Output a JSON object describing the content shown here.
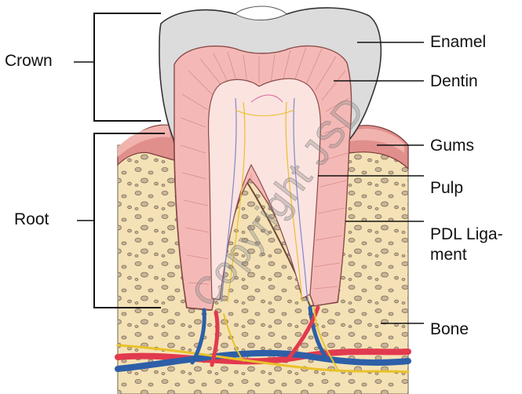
{
  "labels": {
    "crown": "Crown",
    "root": "Root",
    "enamel": "Enamel",
    "dentin": "Dentin",
    "gums": "Gums",
    "pulp": "Pulp",
    "pdl_ligament": "PDL Liga- ment",
    "bone": "Bone"
  },
  "watermark": "Copyright JSD",
  "colors": {
    "enamel": "#dcdcdc",
    "dentin": "#f4b9b6",
    "pulp": "#fbe3e0",
    "gums": "#e08f8c",
    "bone": "#f4e2b6",
    "bone_specks": "#c9b49a",
    "artery": "#e23a4f",
    "vein": "#2d5fa8",
    "nerve": "#e8c22a"
  }
}
